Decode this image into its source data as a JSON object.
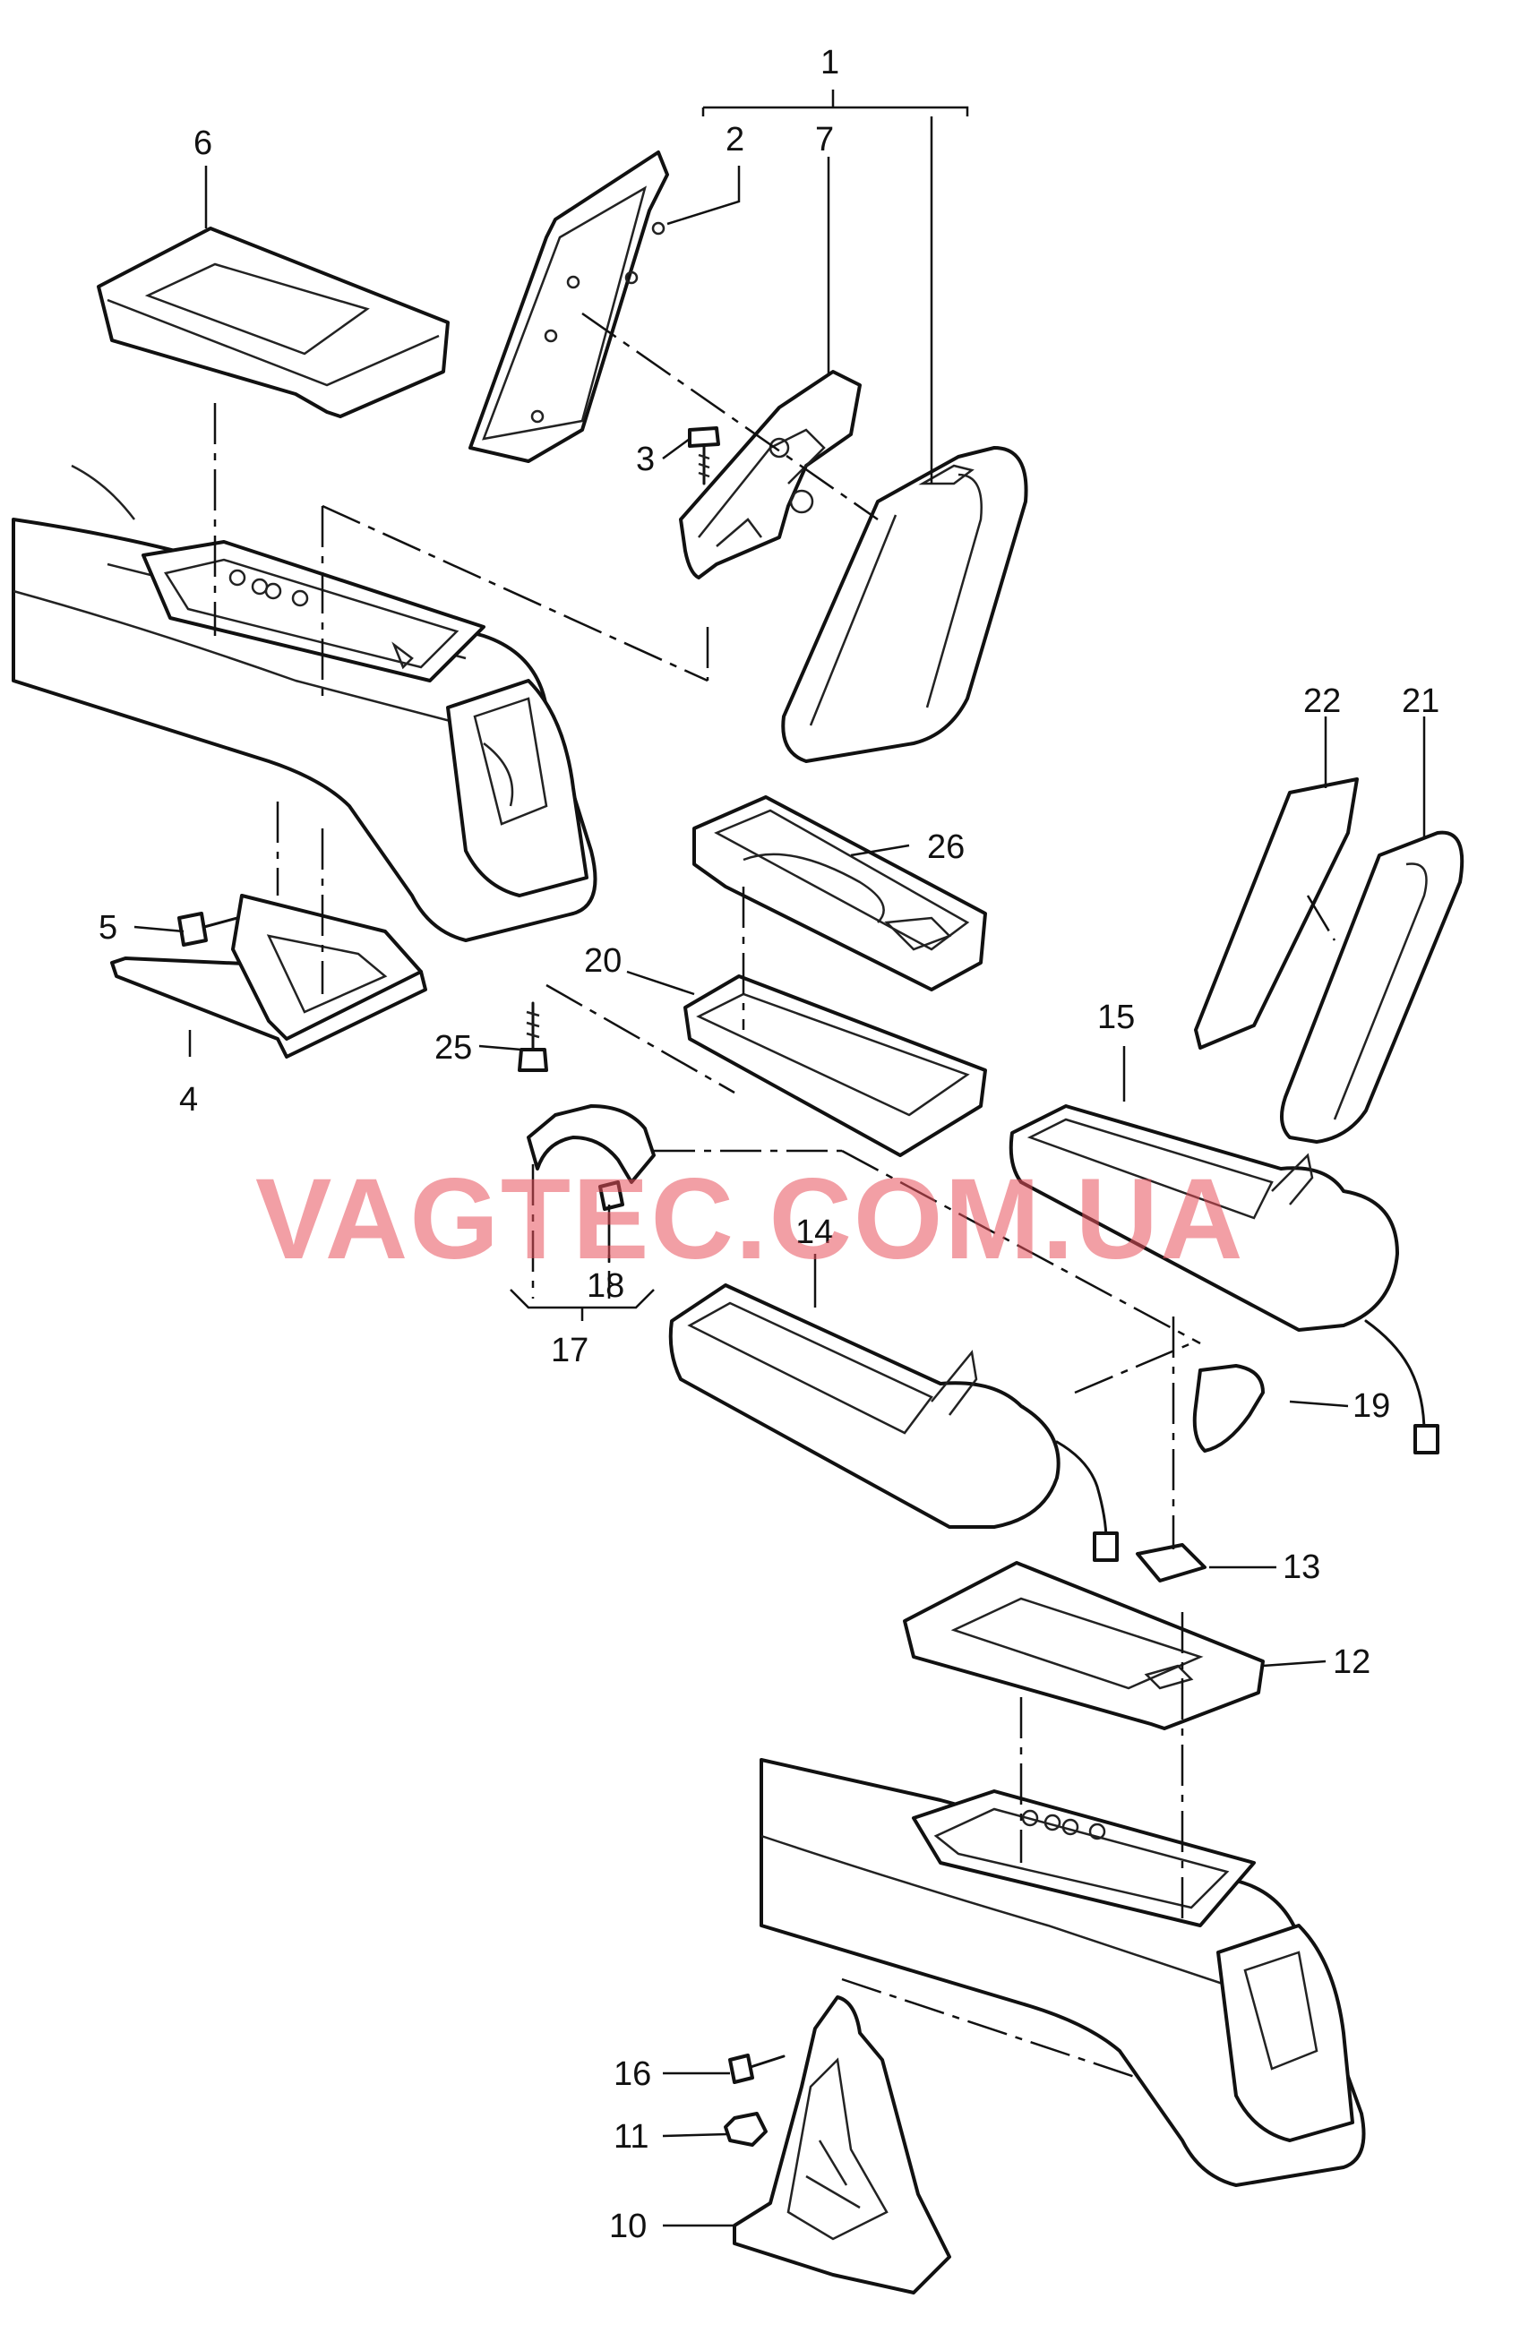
{
  "watermark": "VAGTEC.COM.UA",
  "labels": {
    "l1": "1",
    "l2": "2",
    "l3": "3",
    "l4": "4",
    "l5": "5",
    "l6": "6",
    "l7": "7",
    "l10": "10",
    "l11": "11",
    "l12": "12",
    "l13": "13",
    "l14": "14",
    "l15": "15",
    "l16": "16",
    "l17": "17",
    "l18": "18",
    "l19": "19",
    "l20": "20",
    "l21": "21",
    "l22": "22",
    "l25": "25",
    "l26": "26"
  },
  "colors": {
    "line": "#111111",
    "watermark": "#e8505b",
    "background": "#ffffff"
  }
}
